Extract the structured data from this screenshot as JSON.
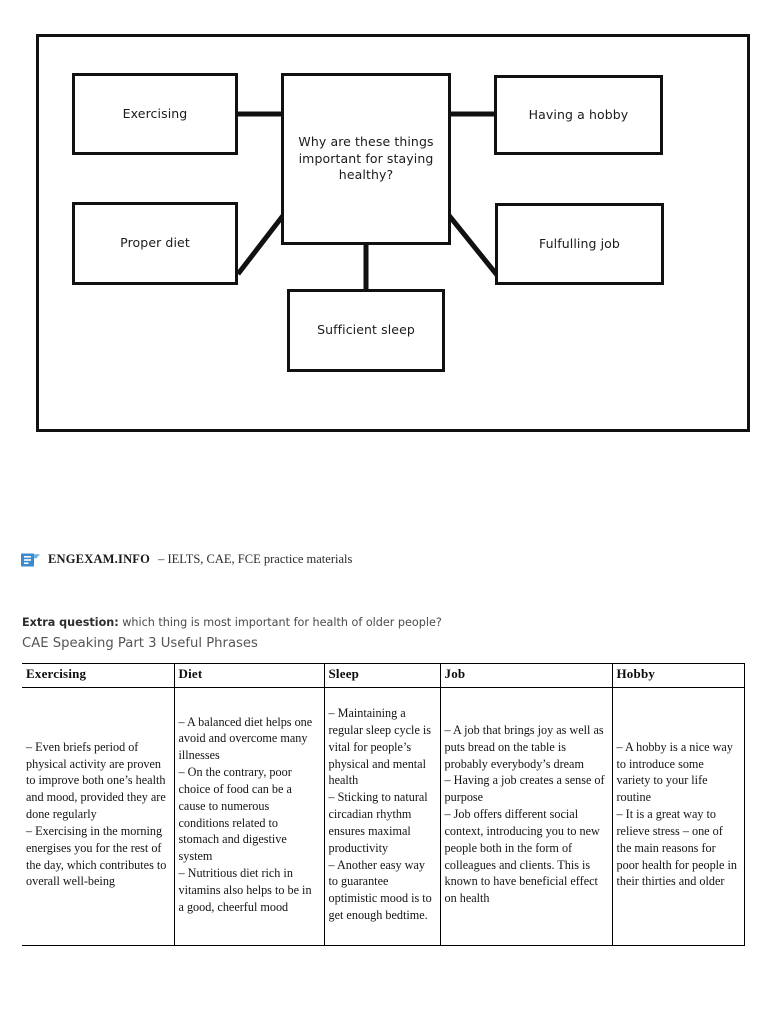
{
  "diagram": {
    "central": {
      "label": "Why are these things important for staying healthy?"
    },
    "nodes": [
      {
        "id": "exercising",
        "label": "Exercising"
      },
      {
        "id": "proper-diet",
        "label": "Proper diet"
      },
      {
        "id": "having-a-hobby",
        "label": "Having a hobby"
      },
      {
        "id": "fulfulling-job",
        "label": "Fulfulling job"
      },
      {
        "id": "sufficient-sleep",
        "label": "Sufficient sleep"
      }
    ]
  },
  "brand": {
    "icon": "document-flag-icon",
    "icon_color": "#3b8bd0",
    "name": "ENGEXAM.INFO",
    "tagline": "– IELTS, CAE, FCE practice materials"
  },
  "extra_question": {
    "label": "Extra question:",
    "text": " which thing is most important for health of older people?"
  },
  "section_subtitle": "CAE Speaking Part 3 Useful Phrases",
  "table": {
    "headers": [
      "Exercising",
      "Diet",
      "Sleep",
      "Job",
      "Hobby"
    ],
    "row": [
      "– Even briefs period of physical activity are proven to improve both one’s health and mood, provided they are done regularly\n– Exercising in the morning energises you for the rest of the day, which contributes to overall well-being",
      "– A balanced diet helps one avoid and overcome many illnesses\n– On the contrary, poor choice of food can be a cause to numerous conditions related to stomach and digestive system\n– Nutritious diet rich in vitamins also helps to be in a good, cheerful mood",
      "– Maintaining a regular sleep cycle is vital for people’s physical and mental health\n– Sticking to natural circadian rhythm ensures maximal productivity\n– Another easy way to guarantee optimistic mood is to get enough bedtime.",
      "– A job that brings joy as well as puts bread on the table is probably everybody’s dream\n– Having a job creates a sense of purpose\n– Job offers different social context, introducing you to new people both in the form of colleagues and clients. This is known to have beneficial effect on health",
      "– A hobby is a nice way to introduce some variety to your life routine\n– It is a great way to relieve stress – one of the main reasons for poor health for people in their thirties and older"
    ]
  }
}
